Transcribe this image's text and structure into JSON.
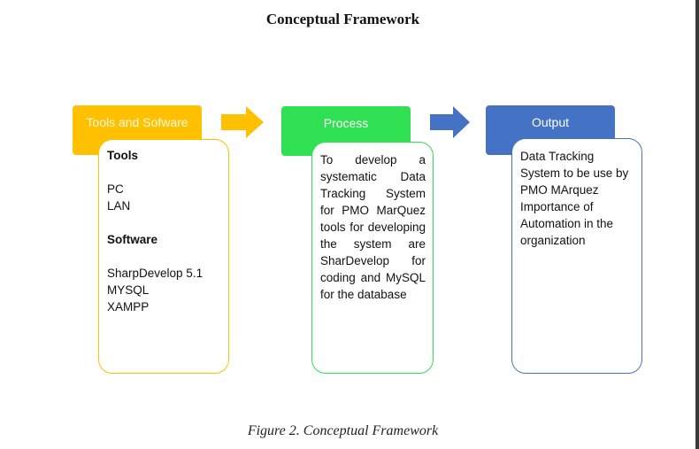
{
  "title": "Conceptual Framework",
  "caption": "Figure 2. Conceptual Framework",
  "colors": {
    "tools": "#ffc000",
    "process": "#2ee052",
    "output": "#4472c4"
  },
  "tools": {
    "header": "Tools and Sofware",
    "tools_heading": "Tools",
    "tools_items": [
      "PC",
      "LAN"
    ],
    "software_heading": "Software",
    "software_items": [
      "SharpDevelop 5.1",
      "MYSQL",
      "XAMPP"
    ]
  },
  "process": {
    "header": "Process",
    "text": "To develop a systematic Data Tracking System for PMO MarQuez tools for developing the system are SharDevelop for coding and MySQL for the database"
  },
  "output": {
    "header": "Output",
    "text": "Data Tracking System to be use by PMO MArquez Importance of Automation in the organization"
  }
}
